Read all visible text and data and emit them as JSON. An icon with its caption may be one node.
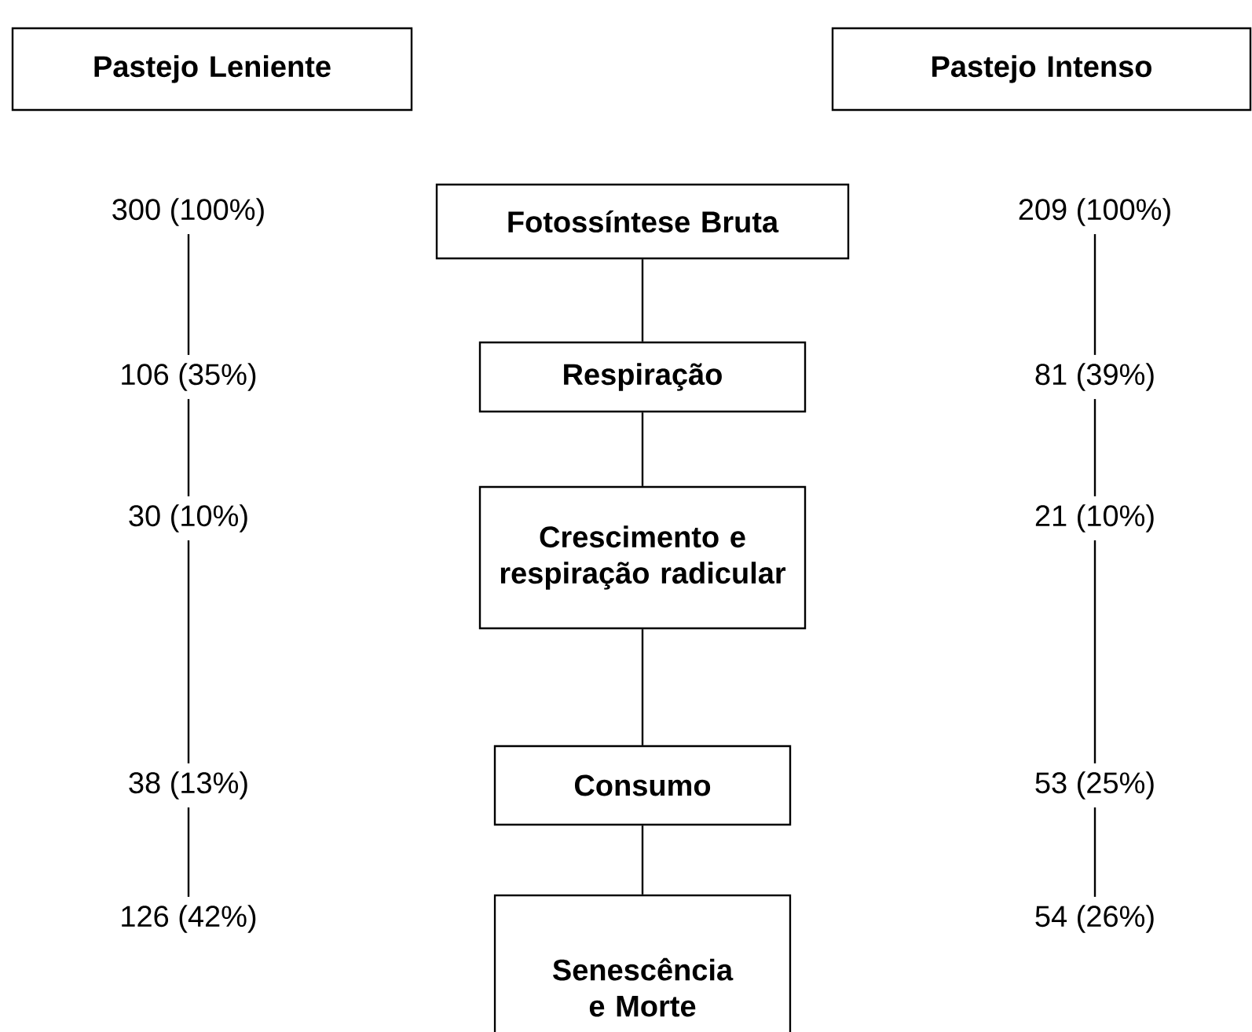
{
  "diagram": {
    "nodes": [
      {
        "text": [
          "Pastejo Leniente"
        ]
      },
      {
        "text": [
          "Pastejo Intenso"
        ]
      },
      {
        "text": [
          "Fotossíntese Bruta"
        ]
      },
      {
        "text": [
          "Respiração"
        ]
      },
      {
        "text": [
          "Crescimento e respiração radicular"
        ]
      },
      {
        "text": [
          "Consumo"
        ]
      },
      {
        "text": [
          "Senescência e Morte"
        ]
      },
      {
        "text": [
          "300 (100%)"
        ]
      },
      {
        "text": [
          "106 (35%)"
        ]
      },
      {
        "text": [
          "30 (10%)"
        ]
      },
      {
        "text": [
          "38 (13%)"
        ]
      },
      {
        "text": [
          "126 (42%)"
        ]
      },
      {
        "text": [
          "209 (100%)"
        ]
      },
      {
        "text": [
          "81 (39%)"
        ]
      },
      {
        "text": [
          "21 (10%)"
        ]
      },
      {
        "text": [
          "53 (25%)"
        ]
      },
      {
        "text": [
          "54 (26%)"
        ]
      }
    ],
    "edges": [
      {
        "from": 2,
        "to": 3,
        "arrow": "none"
      },
      {
        "from": 3,
        "to": 4,
        "arrow": "none"
      },
      {
        "from": 4,
        "to": 5,
        "arrow": "none"
      },
      {
        "from": 5,
        "to": 6,
        "arrow": "none"
      },
      {
        "from": 7,
        "to": 8,
        "arrow": "none"
      },
      {
        "from": 8,
        "to": 9,
        "arrow": "none"
      },
      {
        "from": 9,
        "to": 10,
        "arrow": "none"
      },
      {
        "from": 10,
        "to": 11,
        "arrow": "none"
      },
      {
        "from": 12,
        "to": 13,
        "arrow": "none"
      },
      {
        "from": 13,
        "to": 14,
        "arrow": "none"
      },
      {
        "from": 14,
        "to": 15,
        "arrow": "none"
      },
      {
        "from": 15,
        "to": 16,
        "arrow": "none"
      }
    ]
  }
}
